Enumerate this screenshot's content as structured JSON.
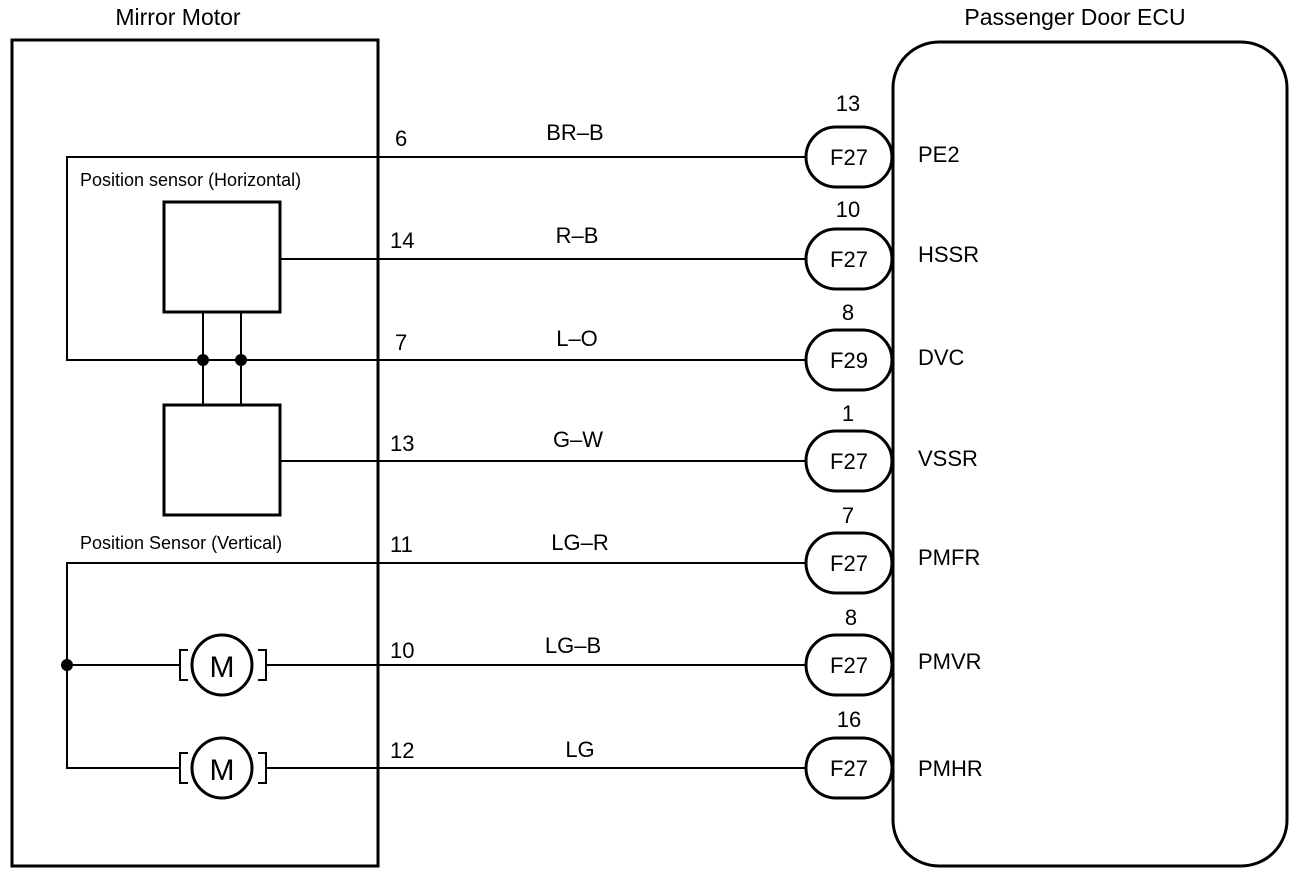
{
  "diagram": {
    "mirror_motor_label": "Mirror Motor",
    "ecu_label": "Passenger Door ECU",
    "sensor_h_label": "Position sensor (Horizontal)",
    "sensor_v_label": "Position Sensor (Vertical)",
    "motor_symbol": "M",
    "wires": [
      {
        "pin": "6",
        "color": "BR–B",
        "ecu_pin": "13",
        "connector": "F27",
        "signal": "PE2"
      },
      {
        "pin": "14",
        "color": "R–B",
        "ecu_pin": "10",
        "connector": "F27",
        "signal": "HSSR"
      },
      {
        "pin": "7",
        "color": "L–O",
        "ecu_pin": "8",
        "connector": "F29",
        "signal": "DVC"
      },
      {
        "pin": "13",
        "color": "G–W",
        "ecu_pin": "1",
        "connector": "F27",
        "signal": "VSSR"
      },
      {
        "pin": "11",
        "color": "LG–R",
        "ecu_pin": "7",
        "connector": "F27",
        "signal": "PMFR"
      },
      {
        "pin": "10",
        "color": "LG–B",
        "ecu_pin": "8",
        "connector": "F27",
        "signal": "PMVR"
      },
      {
        "pin": "12",
        "color": "LG",
        "ecu_pin": "16",
        "connector": "F27",
        "signal": "PMHR"
      }
    ]
  }
}
